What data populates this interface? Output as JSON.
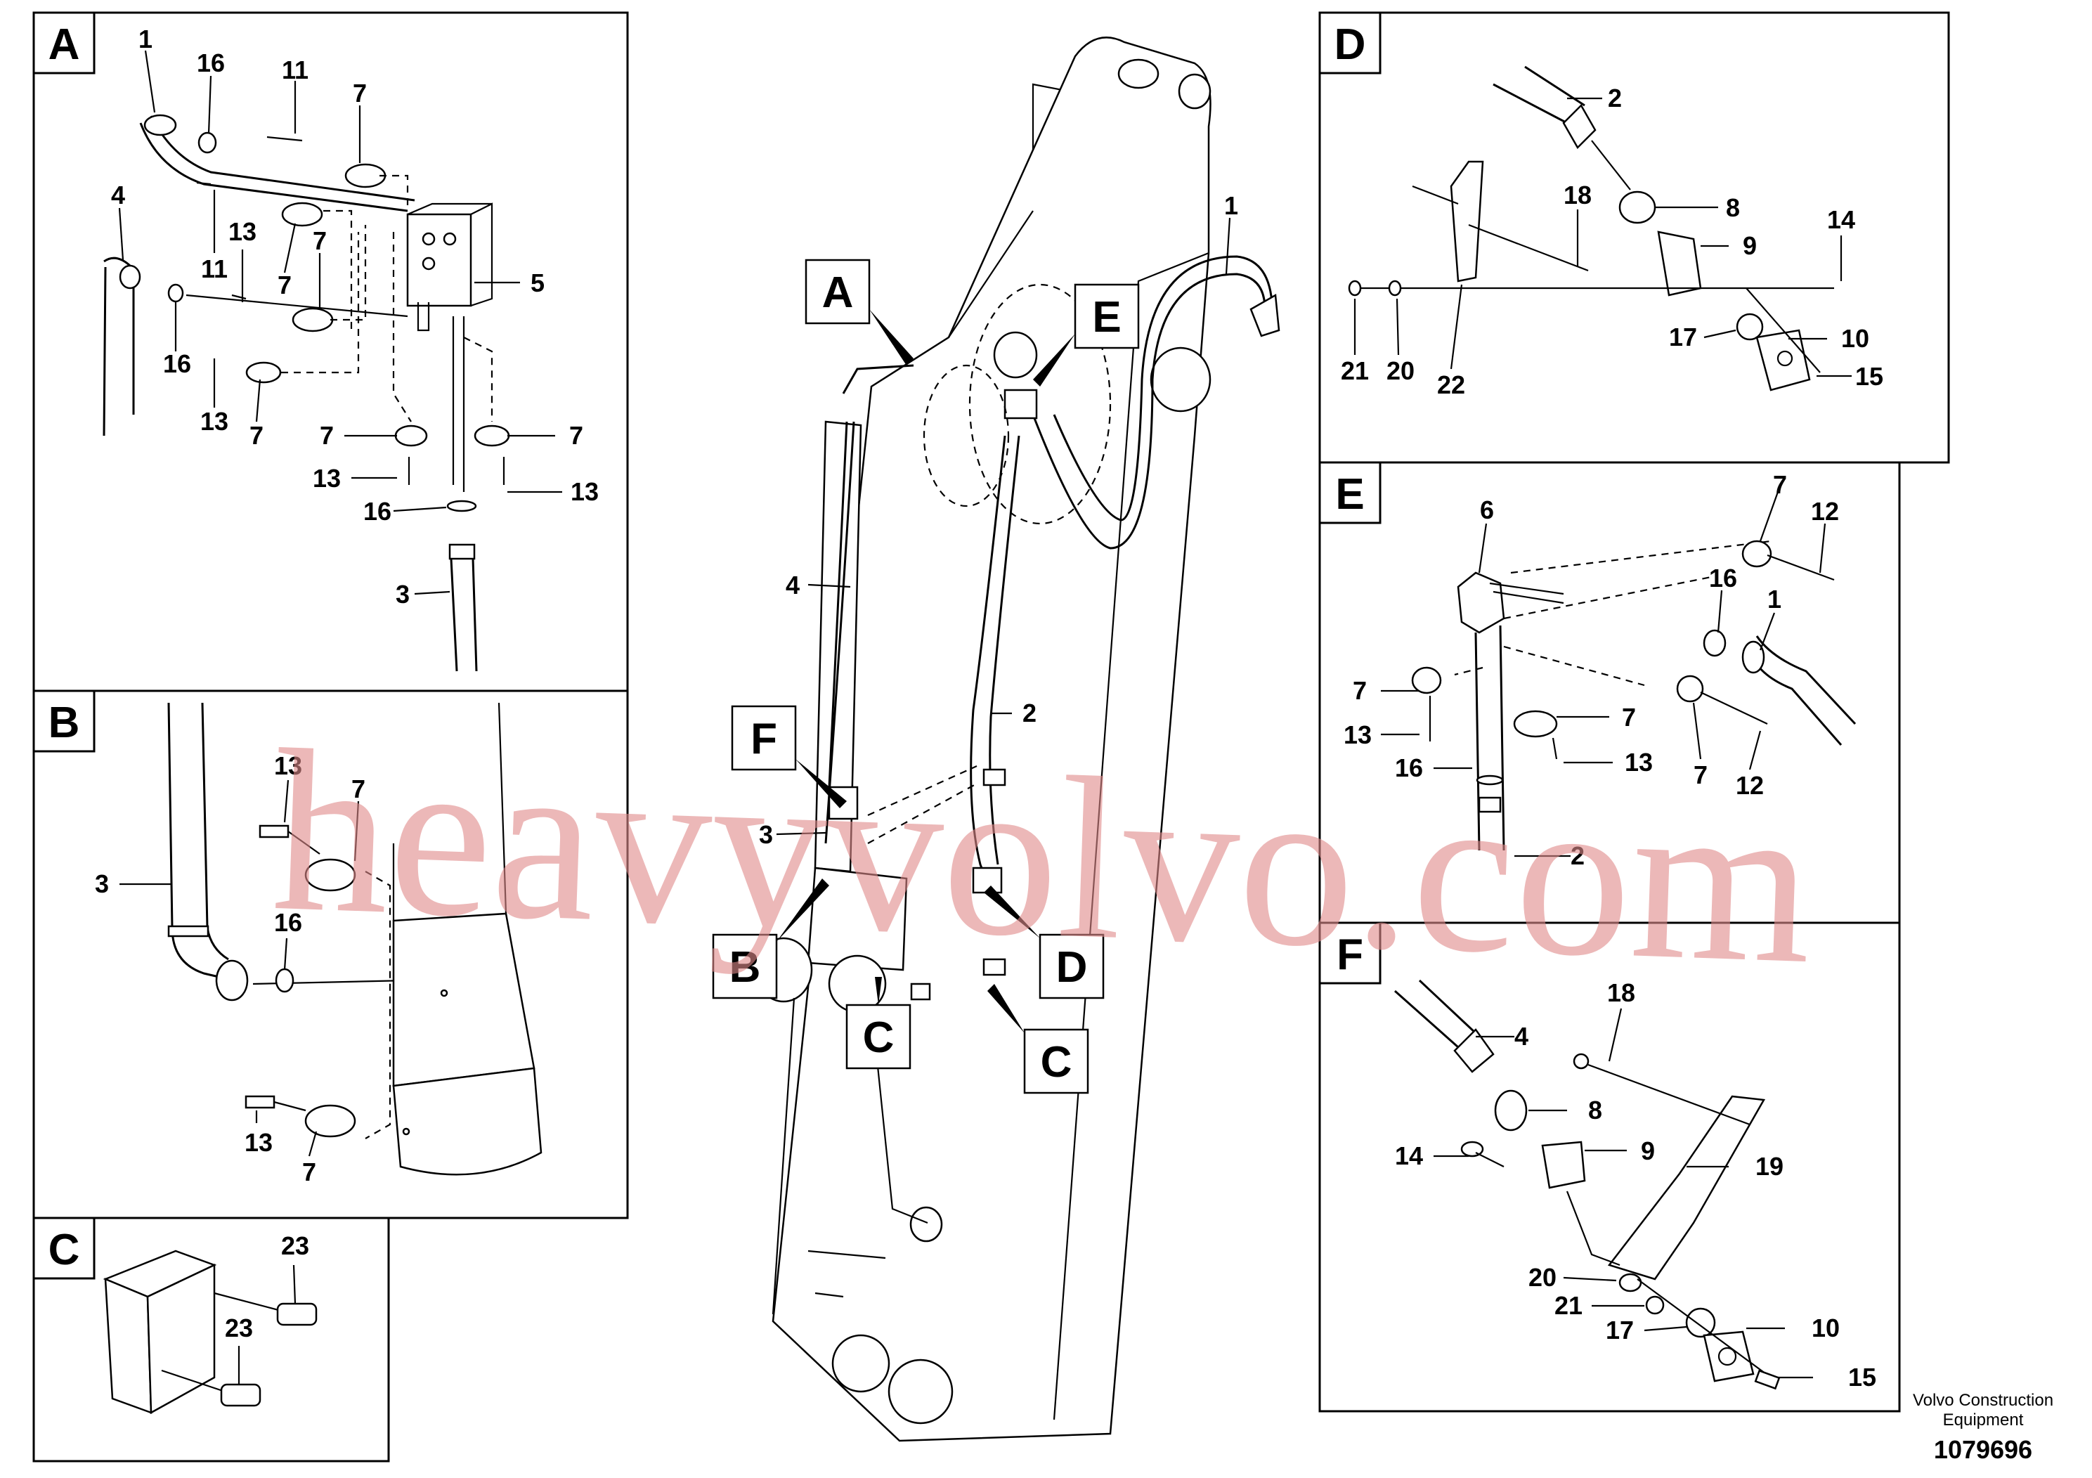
{
  "panels": {
    "A": {
      "tag": "A",
      "callouts": [
        "1",
        "16",
        "11",
        "7",
        "4",
        "11",
        "13",
        "7",
        "7",
        "5",
        "16",
        "13",
        "7",
        "7",
        "7",
        "13",
        "13",
        "16",
        "3"
      ]
    },
    "B": {
      "tag": "B",
      "callouts": [
        "13",
        "7",
        "3",
        "16",
        "13",
        "7"
      ]
    },
    "C": {
      "tag": "C",
      "callouts": [
        "23",
        "23"
      ]
    },
    "D": {
      "tag": "D",
      "callouts": [
        "2",
        "18",
        "8",
        "14",
        "9",
        "17",
        "10",
        "21",
        "20",
        "22",
        "15"
      ]
    },
    "E": {
      "tag": "E",
      "callouts": [
        "6",
        "7",
        "12",
        "16",
        "1",
        "7",
        "13",
        "7",
        "16",
        "13",
        "7",
        "12",
        "2"
      ]
    },
    "F": {
      "tag": "F",
      "callouts": [
        "18",
        "4",
        "8",
        "14",
        "9",
        "19",
        "20",
        "21",
        "17",
        "10",
        "15"
      ]
    }
  },
  "main": {
    "view_tags": [
      "A",
      "E",
      "F",
      "B",
      "D",
      "C",
      "C"
    ],
    "callouts": [
      "1",
      "4",
      "2",
      "3"
    ]
  },
  "watermark": "heavyvolvo.com",
  "footer": {
    "company_line1": "Volvo Construction",
    "company_line2": "Equipment",
    "drawing_number": "1079696"
  },
  "colors": {
    "line": "#000000",
    "watermark": "#e08a8a"
  }
}
